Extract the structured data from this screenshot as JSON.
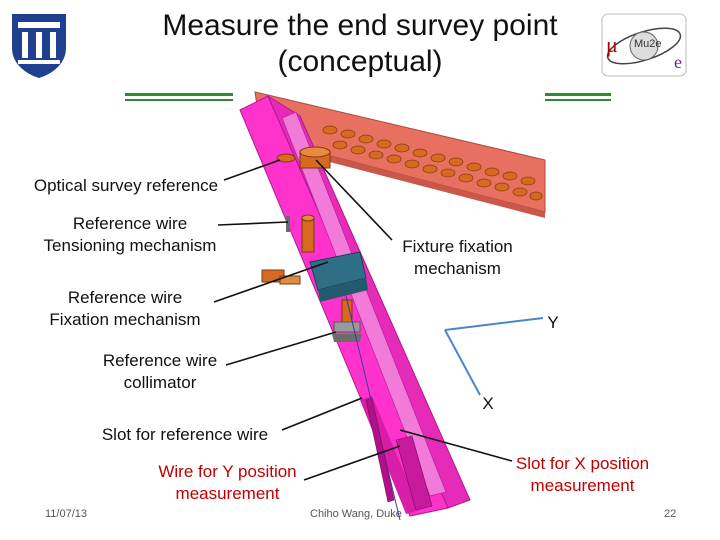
{
  "slide": {
    "title_line1": "Measure the end survey point",
    "title_line2": "(conceptual)",
    "logo_right_text": "Mu2e"
  },
  "labels": {
    "optical_survey_reference": "Optical survey reference",
    "reference_wire_tensioning_line1": "Reference wire",
    "reference_wire_tensioning_line2": "Tensioning mechanism",
    "reference_wire_fixation_line1": "Reference wire",
    "reference_wire_fixation_line2": "Fixation mechanism",
    "reference_wire_collimator_line1": "Reference wire",
    "reference_wire_collimator_line2": "collimator",
    "slot_for_reference_wire": "Slot for reference wire",
    "wire_for_y_line1": "Wire for Y position",
    "wire_for_y_line2": "measurement",
    "fixture_fixation_line1": "Fixture fixation",
    "fixture_fixation_line2": "mechanism",
    "slot_for_x_line1": "Slot for X position",
    "slot_for_x_line2": "measurement",
    "axis_y": "Y",
    "axis_x": "X"
  },
  "footer": {
    "date": "11/07/13",
    "author": "Chiho Wang, Duke",
    "page_number": "22"
  },
  "colors": {
    "magenta_fixture": "#ff33cc",
    "fixture_top": "#e0609a",
    "rail_salmon": "#e87060",
    "hole_orange": "#d86a20",
    "header_rule_green": "#2e8b2e",
    "axis_blue": "#4a86c8",
    "label_red": "#c00000",
    "duke_blue": "#1f3f8f"
  }
}
